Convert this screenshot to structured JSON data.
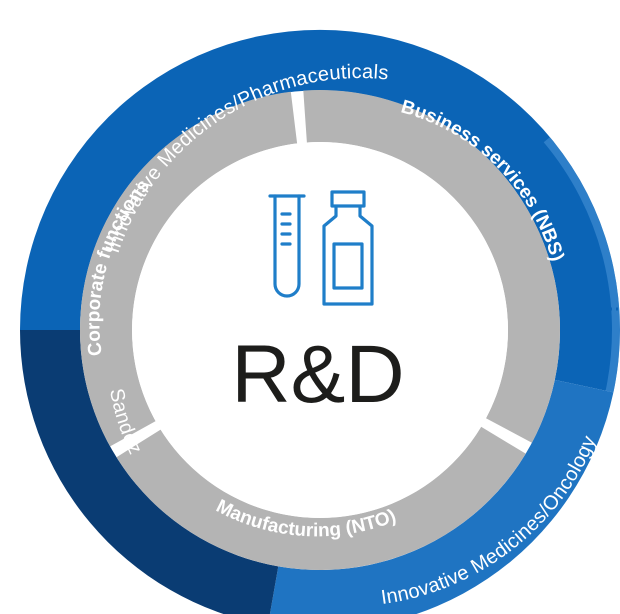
{
  "center": {
    "title": "R&D"
  },
  "inner_segments": [
    {
      "label": "Corporate functions"
    },
    {
      "label": "Business services  (NBS)"
    },
    {
      "label": "Manufacturing (NTO)"
    }
  ],
  "outer_segments": [
    {
      "label": "Innovative Medicines/Pharmaceuticals"
    },
    {
      "label": "Innovative Medicines/Oncology"
    },
    {
      "label": "Sandoz"
    }
  ],
  "colors": {
    "blue_primary": "#0b64b6",
    "blue_light": "#1f74c2",
    "blue_dark": "#0a3c73",
    "grey_segment": "#b4b4b4",
    "grey_gap": "#d6d6d6",
    "center_fill": "#ffffff",
    "icon_blue": "#1f7ec9",
    "text_dark": "#1d1d1b"
  },
  "icons": [
    "test-tube-icon",
    "vial-icon"
  ]
}
